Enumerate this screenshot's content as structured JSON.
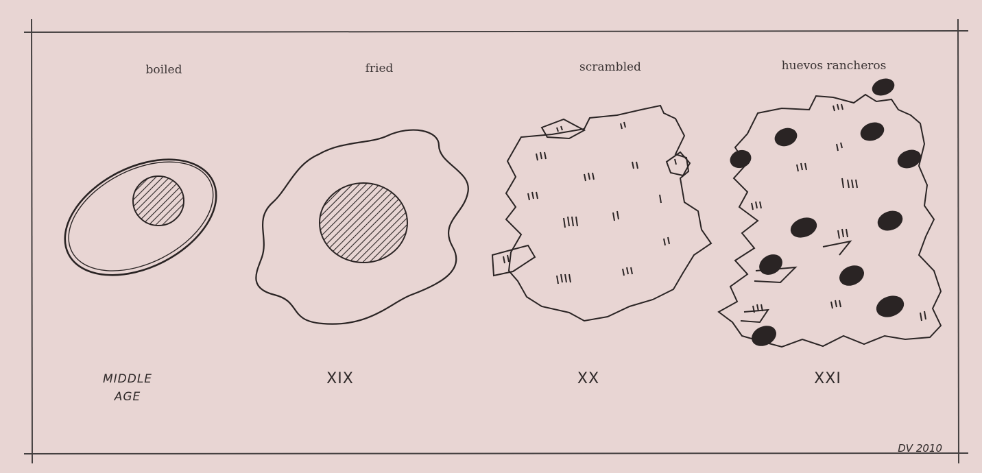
{
  "title": "",
  "stages": [
    {
      "name": "boiled",
      "era": "MIDDLE AGE",
      "era_lines": [
        "MIDDLE",
        "AGE"
      ]
    },
    {
      "name": "fried",
      "era": "XIX"
    },
    {
      "name": "scrambled",
      "era": "XX"
    },
    {
      "name": "huevos rancheros",
      "era": "XXI"
    }
  ],
  "signature": "DV 2010",
  "colors": {
    "background": "#e8d5d3",
    "ink": "#2a2424",
    "frame": "#444040"
  }
}
